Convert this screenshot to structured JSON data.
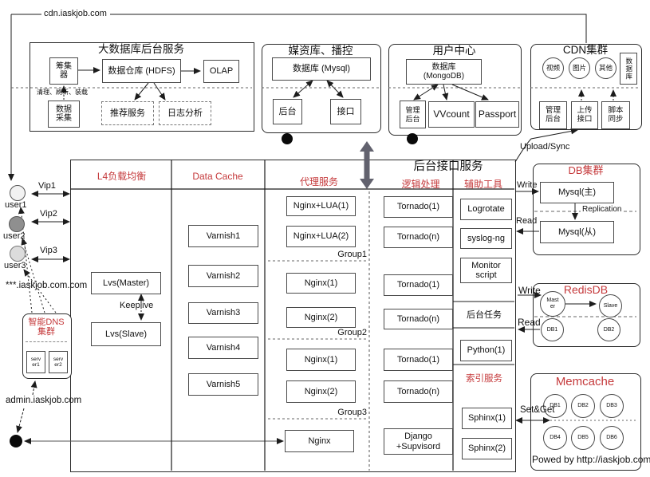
{
  "labels": {
    "cdn_domain": "cdn.iaskjob.com",
    "wildcard_domain": "***.iaskjob.com.com",
    "admin_domain": "admin.iaskjob.com",
    "upload_sync": "Upload/Sync",
    "write": "Write",
    "read": "Read",
    "set_get": "Set&Get",
    "powered_by": "Powed by http://iaskjob.com"
  },
  "users": [
    {
      "name": "user1",
      "vip": "Vip1"
    },
    {
      "name": "user2",
      "vip": "Vip2"
    },
    {
      "name": "user3",
      "vip": "Vip3"
    }
  ],
  "dns": {
    "title": "智能DNS\n集群",
    "servers": [
      "serv\ner1",
      "serv\ner2"
    ]
  },
  "bigdata": {
    "title": "大数据库后台服务",
    "collector": "筹集\n器",
    "warehouse": "数据仓库 (HDFS)",
    "olap": "OLAP",
    "etl_note": "清理、刷新、装载",
    "collect": "数据\n采集",
    "recommend": "推荐服务",
    "logs": "日志分析"
  },
  "media": {
    "title": "媒资库、播控",
    "db": "数据库 (Mysql)",
    "backend": "后台",
    "api": "接口"
  },
  "user_center": {
    "title": "用户中心",
    "db": "数据库\n(MongoDB)",
    "admin": "管理\n后台",
    "vvcount": "VVcount",
    "passport": "Passport"
  },
  "cdn": {
    "title": "CDN集群",
    "video": "视频",
    "image": "图片",
    "other": "其他",
    "db": "数据库",
    "admin": "管理\n后台",
    "upload": "上传\n接口",
    "script": "脚本\n同步"
  },
  "main": {
    "title": "后台接口服务",
    "l4": {
      "header": "L4负载均衡",
      "master": "Lvs(Master)",
      "keeplive": "Keeplive",
      "slave": "Lvs(Slave)"
    },
    "cache": {
      "header": "Data Cache",
      "items": [
        "Varnish1",
        "Varnish2",
        "Varnish3",
        "Varnish4",
        "Varnish5"
      ]
    },
    "proxy": {
      "header": "代理服务",
      "lua": [
        "Nginx+LUA(1)",
        "Nginx+LUA(2)"
      ],
      "groups": [
        "Group1",
        "Group2",
        "Group3"
      ],
      "g2": [
        "Nginx(1)",
        "Nginx(2)"
      ],
      "g3": [
        "Nginx(1)",
        "Nginx(2)"
      ],
      "single": "Nginx"
    },
    "logic": {
      "header": "逻辑处理",
      "items": [
        "Tornado(1)",
        "Tornado(n)",
        "Tornado(1)",
        "Tornado(n)",
        "Tornado(1)",
        "Tornado(n)"
      ],
      "django": "Django\n+Supvisord"
    },
    "aux": {
      "header": "辅助工具",
      "tools": [
        "Logrotate",
        "syslog-ng",
        "Monitor\nscript"
      ],
      "bg_task": "后台任务",
      "python": "Python(1)",
      "index_header": "索引服务",
      "sphinx": [
        "Sphinx(1)",
        "Sphinx(2)"
      ]
    }
  },
  "db_cluster": {
    "title": "DB集群",
    "master": "Mysql(主)",
    "replication": "Replication",
    "slave": "Mysql(从)"
  },
  "redis": {
    "title": "RedisDB",
    "master": "Mast\ner",
    "slave": "Slave",
    "nodes": [
      "DB1",
      "DB2"
    ]
  },
  "memcache": {
    "title": "Memcache",
    "nodes": [
      "DB1",
      "DB2",
      "DB3",
      "DB4",
      "DB5",
      "DB6"
    ]
  },
  "colors": {
    "accent_red": "#c5393b"
  }
}
